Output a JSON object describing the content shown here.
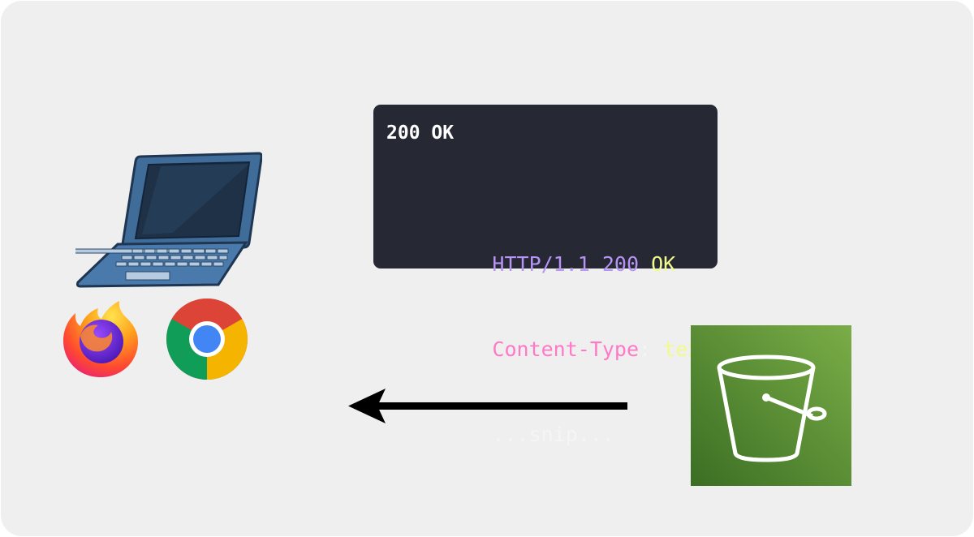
{
  "response_card": {
    "title": "200 OK",
    "lines": [
      [
        {
          "text": "HTTP/1.1 200",
          "color": "#b794f6"
        },
        {
          "text": " OK",
          "color": "#f1fa8c"
        }
      ],
      [
        {
          "text": "Content-Type",
          "color": "#ff79c6"
        },
        {
          "text": ": ",
          "color": "#f5f5f5"
        },
        {
          "text": "text/html",
          "color": "#f1fa8c"
        }
      ],
      [
        {
          "text": "...snip...",
          "color": "#f5f5f5"
        }
      ]
    ]
  },
  "colors": {
    "background": "#efefef",
    "card": "#262834",
    "bucket_green_light": "#7aad47",
    "bucket_green_dark": "#3b6e23",
    "arrow": "#000000",
    "laptop_blue": "#3e6a96"
  },
  "icons": {
    "client": "laptop-icon",
    "browser_1": "firefox-icon",
    "browser_2": "chrome-icon",
    "server": "s3-bucket-icon",
    "flow": "arrow-left-icon"
  }
}
